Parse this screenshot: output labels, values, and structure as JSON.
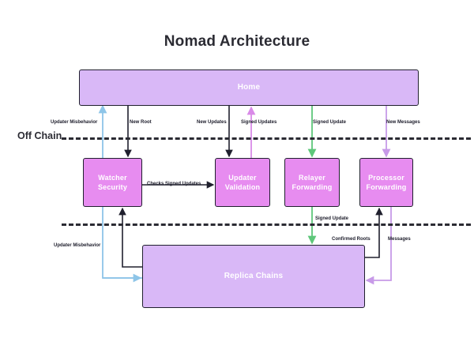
{
  "title": "Nomad Architecture",
  "chain_divider": {
    "label": "Off Chain"
  },
  "nodes": {
    "home": {
      "name": "Home",
      "sub": ""
    },
    "watcher": {
      "name": "Watcher",
      "sub": "Security"
    },
    "updater": {
      "name": "Updater",
      "sub": "Validation"
    },
    "relayer": {
      "name": "Relayer",
      "sub": "Forwarding"
    },
    "processor": {
      "name": "Processor",
      "sub": "Forwarding"
    },
    "replica": {
      "name": "Replica Chains",
      "sub": ""
    }
  },
  "edges": [
    {
      "id": "updater-misbehavior-top",
      "label": "Updater Misbehavior",
      "color": "#8ec5e8",
      "from": "replica",
      "to": "home"
    },
    {
      "id": "new-root",
      "label": "New Root",
      "color": "#20202e",
      "from": "home",
      "to": "watcher"
    },
    {
      "id": "new-updates",
      "label": "New Updates",
      "color": "#20202e",
      "from": "home",
      "to": "updater"
    },
    {
      "id": "signed-updates",
      "label": "Signed Updates",
      "color": "#d98ae8",
      "from": "updater",
      "to": "home"
    },
    {
      "id": "signed-update-top",
      "label": "Signed Update",
      "color": "#5ec77a",
      "from": "home",
      "to": "relayer"
    },
    {
      "id": "new-messages",
      "label": "New Messages",
      "color": "#c79ae8",
      "from": "home",
      "to": "processor"
    },
    {
      "id": "checks-signed-updates",
      "label": "Checks Signed Updates",
      "color": "#20202e",
      "from": "watcher",
      "to": "updater"
    },
    {
      "id": "updater-misbehavior-bottom",
      "label": "Updater Misbehavior",
      "color": "#20202e",
      "from": "replica",
      "to": "watcher"
    },
    {
      "id": "signed-update-bottom",
      "label": "Signed Update",
      "color": "#5ec77a",
      "from": "relayer",
      "to": "replica"
    },
    {
      "id": "confirmed-roots",
      "label": "Confirmed Roots",
      "color": "#20202e",
      "from": "replica",
      "to": "processor"
    },
    {
      "id": "messages",
      "label": "Messages",
      "color": "#c79ae8",
      "from": "processor",
      "to": "replica"
    }
  ],
  "colors": {
    "node_wide_fill": "#d9b8f7",
    "node_small_fill": "#e78cf0",
    "node_stroke": "#20202e",
    "text_dark": "#2b2b33",
    "background": "#ffffff"
  }
}
